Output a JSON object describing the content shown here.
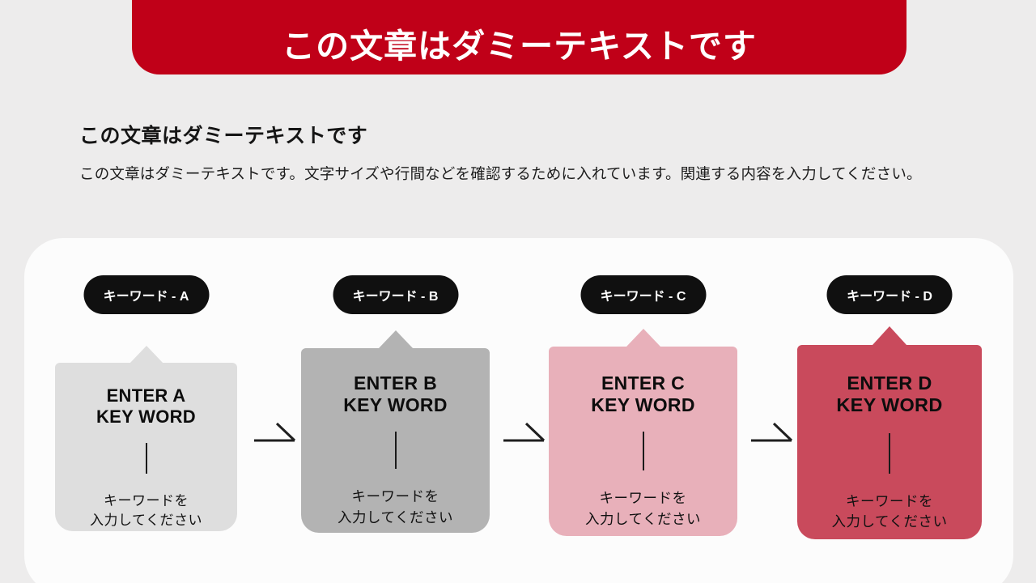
{
  "page": {
    "background_color": "#edecec",
    "panel_color": "#fcfcfc"
  },
  "banner": {
    "title": "この文章はダミーテキストです",
    "background_color": "#c00018",
    "text_color": "#ffffff"
  },
  "intro": {
    "heading": "この文章はダミーテキストです",
    "body": "この文章はダミーテキストです。文字サイズや行間などを確認するために入れています。関連する内容を入力してください。"
  },
  "flow": {
    "arrow_glyph": "→",
    "steps": [
      {
        "pill_label": "キーワード - A",
        "title_line1": "ENTER A",
        "title_line2": "KEY WORD",
        "note_line1": "キーワードを",
        "note_line2": "入力してください",
        "color": "#dedede"
      },
      {
        "pill_label": "キーワード - B",
        "title_line1": "ENTER B",
        "title_line2": "KEY WORD",
        "note_line1": "キーワードを",
        "note_line2": "入力してください",
        "color": "#b3b3b3"
      },
      {
        "pill_label": "キーワード - C",
        "title_line1": "ENTER C",
        "title_line2": "KEY WORD",
        "note_line1": "キーワードを",
        "note_line2": "入力してください",
        "color": "#e8b0ba"
      },
      {
        "pill_label": "キーワード - D",
        "title_line1": "ENTER D",
        "title_line2": "KEY WORD",
        "note_line1": "キーワードを",
        "note_line2": "入力してください",
        "color": "#c94a5c"
      }
    ]
  }
}
